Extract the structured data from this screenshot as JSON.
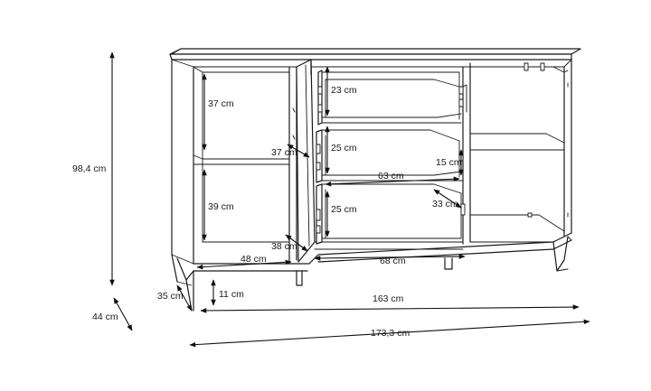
{
  "dimensions": {
    "height_total": "98,4 cm",
    "depth_total": "44 cm",
    "depth_body": "35 cm",
    "plinth_height": "11 cm",
    "width_body": "163 cm",
    "width_total": "173,3 cm",
    "shelf_left_top": "37 cm",
    "shelf_left_depth": "37 cm",
    "shelf_left_bottom": "39 cm",
    "shelf_bottom_depth": "38 cm",
    "left_compartment_width": "48 cm",
    "drawer_1_height": "23 cm",
    "drawer_2_height": "25 cm",
    "drawer_3_height": "25 cm",
    "drawer_inner_height": "15 cm",
    "drawer_inner_width": "63 cm",
    "drawer_inner_depth": "33 cm",
    "center_width": "68 cm"
  },
  "colors": {
    "line": "#1a1a1a",
    "background": "#ffffff"
  }
}
